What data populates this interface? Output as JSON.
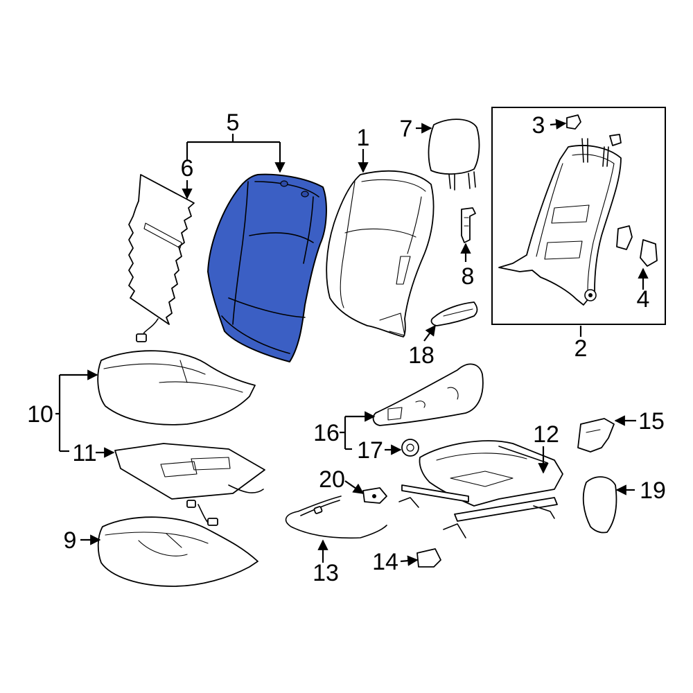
{
  "diagram": {
    "highlight_color": "#3b5fc4",
    "callouts": [
      "1",
      "2",
      "3",
      "4",
      "5",
      "6",
      "7",
      "8",
      "9",
      "10",
      "11",
      "12",
      "13",
      "14",
      "15",
      "16",
      "17",
      "18",
      "19",
      "20"
    ]
  }
}
